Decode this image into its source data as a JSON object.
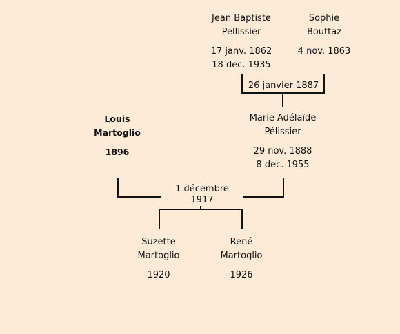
{
  "people": {
    "jean_baptiste": {
      "name1": "Jean Baptiste",
      "name2": "Pellissier",
      "date1": "17 janv. 1862",
      "date2": "18 dec. 1935"
    },
    "sophie": {
      "name1": "Sophie",
      "name2": "Bouttaz",
      "date1": "4 nov. 1863"
    },
    "louis": {
      "name1": "Louis",
      "name2": "Martoglio",
      "date1": "1896"
    },
    "marie": {
      "name1": "Marie Adélaïde",
      "name2": "Pélissier",
      "date1": "29 nov. 1888",
      "date2": "8 dec. 1955"
    },
    "suzette": {
      "name1": "Suzette",
      "name2": "Martoglio",
      "date1": "1920"
    },
    "rene": {
      "name1": "René",
      "name2": "Martoglio",
      "date1": "1926"
    }
  },
  "unions": {
    "parents_marie": "26 janvier 1887",
    "louis_marie": "1 décembre 1917"
  }
}
